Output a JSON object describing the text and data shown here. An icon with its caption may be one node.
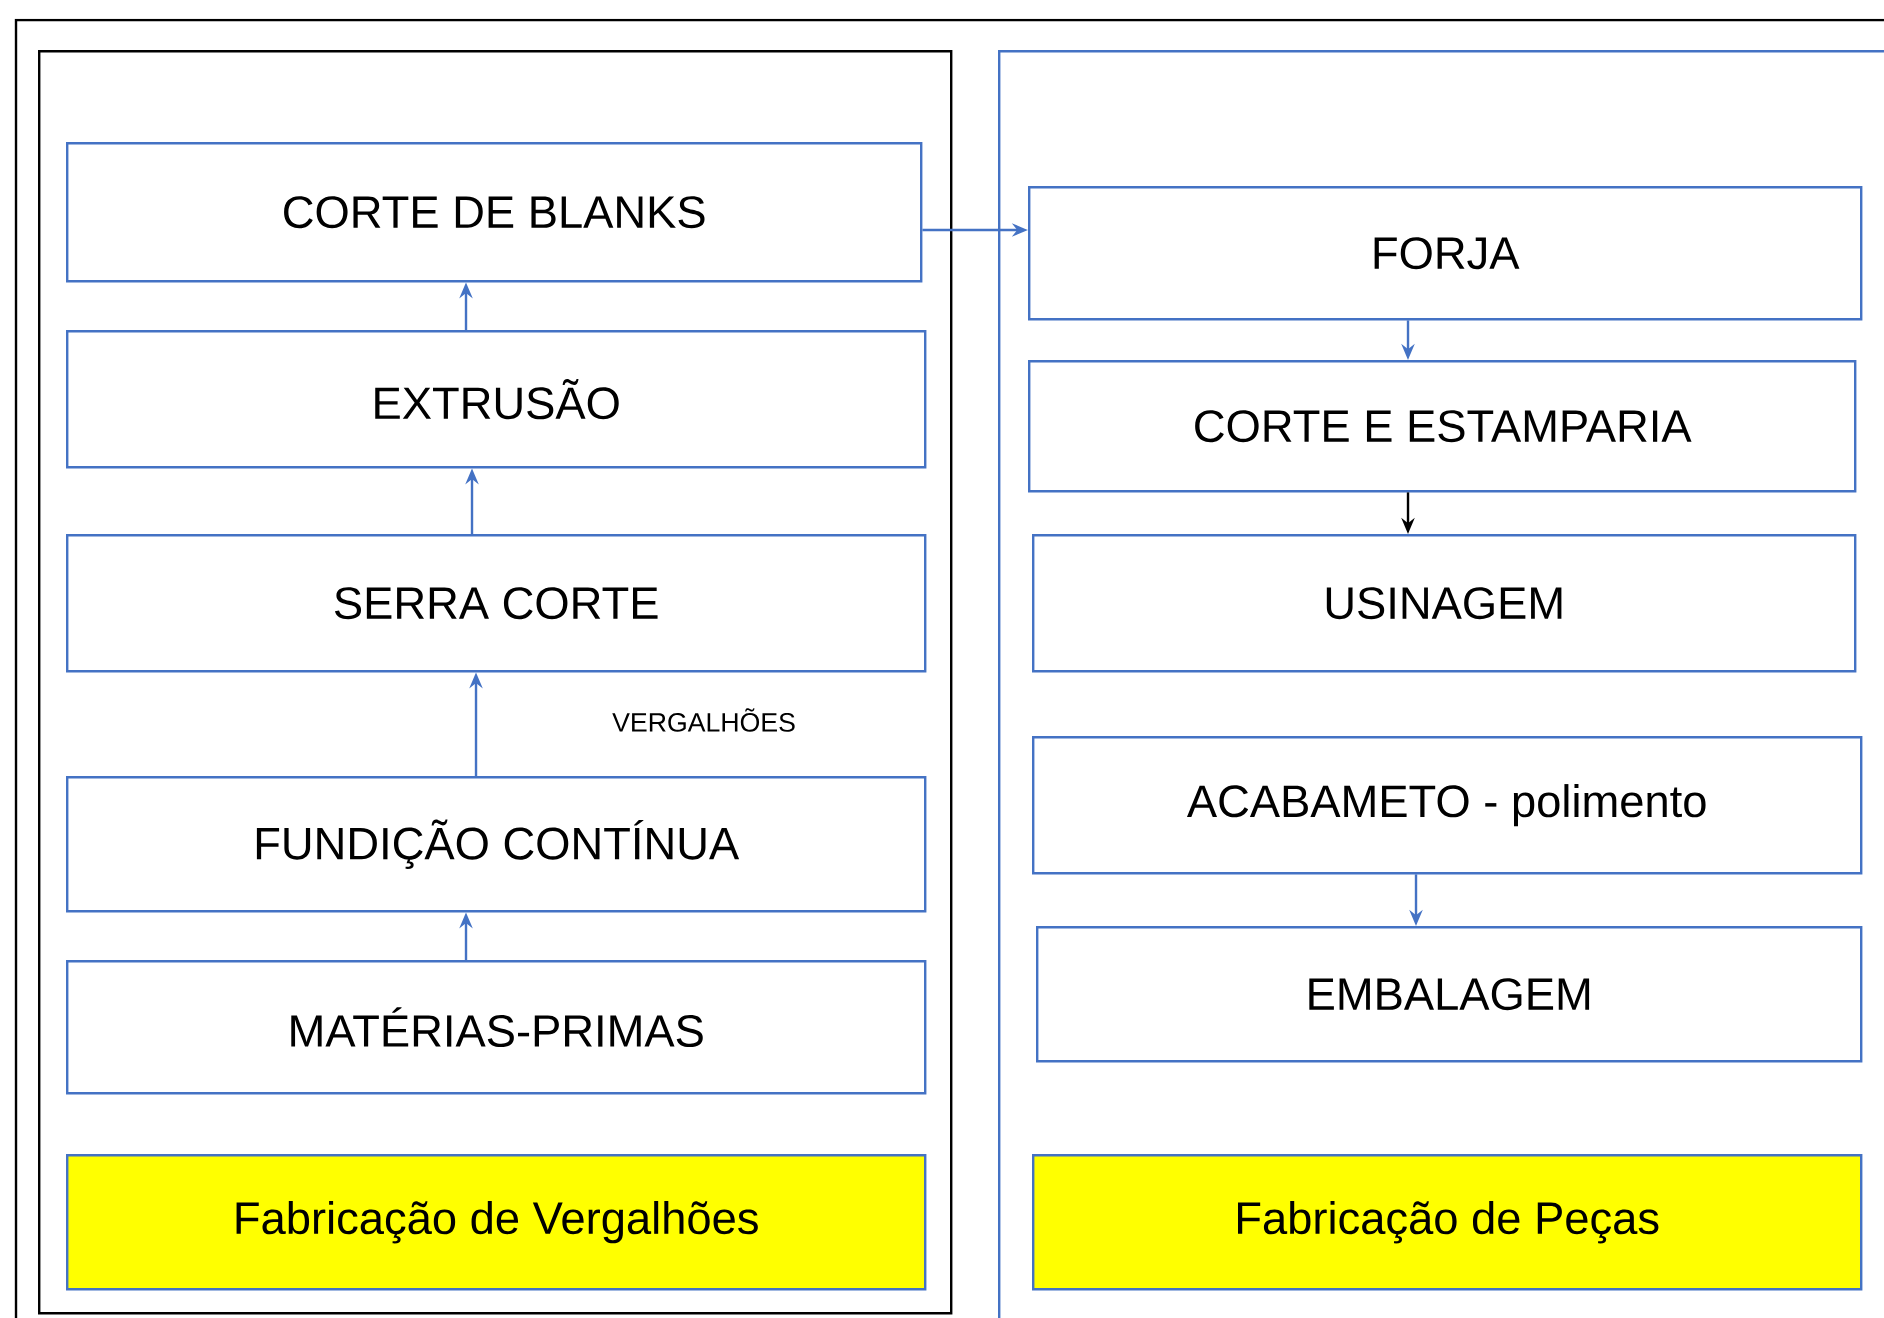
{
  "diagram": {
    "nodes": [
      {
        "text": [],
        "shape": "box"
      },
      {
        "text": [
          "CORTE DE BLANKS"
        ],
        "in": 0
      },
      {
        "text": [
          "EXTRUSÃO"
        ],
        "in": 0
      },
      {
        "text": [
          "SERRA CORTE"
        ],
        "in": 0
      },
      {
        "text": [
          "FUNDIÇÃO CONTÍNUA"
        ],
        "in": 0
      },
      {
        "text": [
          "MATÉRIAS-PRIMAS"
        ],
        "in": 0
      },
      {
        "text": [
          "Fabricação de Vergalhões"
        ],
        "in": 0
      },
      {
        "text": [],
        "shape": "box"
      },
      {
        "text": [
          "FORJA"
        ],
        "in": 7
      },
      {
        "text": [
          "CORTE E ESTAMPARIA"
        ],
        "in": 7
      },
      {
        "text": [
          "USINAGEM"
        ],
        "in": 7
      },
      {
        "text": [
          "ACABAMETO - polimento"
        ],
        "in": 7
      },
      {
        "text": [
          "EMBALAGEM"
        ],
        "in": 7
      },
      {
        "text": [
          "Fabricação de Peças"
        ],
        "in": 7
      }
    ],
    "edges": [
      {
        "from": 5,
        "to": 4,
        "arrow": "to"
      },
      {
        "from": 4,
        "to": 3,
        "arrow": "to"
      },
      {
        "from": 3,
        "to": 2,
        "arrow": "to"
      },
      {
        "from": 2,
        "to": 1,
        "arrow": "to"
      },
      {
        "from": 1,
        "to": 8,
        "arrow": "to"
      },
      {
        "from": 8,
        "to": 9,
        "arrow": "to"
      },
      {
        "from": 9,
        "to": 10,
        "arrow": "to",
        "color": "#000000"
      },
      {
        "from": 11,
        "to": 12,
        "arrow": "to"
      }
    ],
    "labels": [
      "VERGALHÕES"
    ]
  }
}
